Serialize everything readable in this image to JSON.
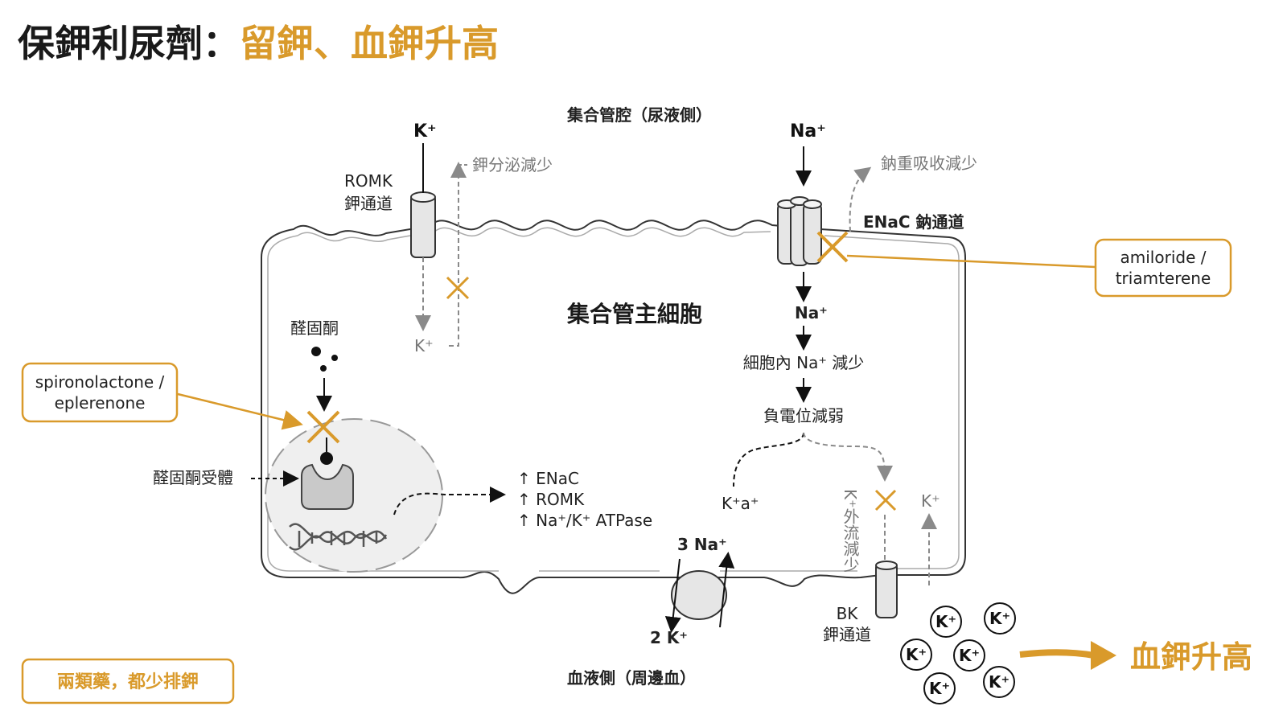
{
  "title": {
    "main": "保鉀利尿劑：",
    "accent": "留鉀、血鉀升高"
  },
  "lumen_label": "集合管腔（尿液側）",
  "blood_label": "血液側（周邊血）",
  "cell_label": "集合管主細胞",
  "romk": {
    "name": "ROMK",
    "sub": "鉀通道",
    "k_top": "K⁺",
    "k_bottom": "K⁺",
    "effect": "鉀分泌減少"
  },
  "enac": {
    "name": "ENaC 鈉通道",
    "na_top": "Na⁺",
    "effect": "鈉重吸收減少"
  },
  "amiloride_box": {
    "line1": "amiloride /",
    "line2": "triamterene"
  },
  "spiro_box": {
    "line1": "spironolactone /",
    "line2": "eplerenone"
  },
  "aldosterone": "醛固酮",
  "receptor": "醛固酮受體",
  "upregulated": [
    "↑ ENaC",
    "↑ ROMK",
    "↑ Na⁺/K⁺ ATPase"
  ],
  "cascade": {
    "na_in": "Na⁺",
    "step1": "細胞內 Na⁺ 減少",
    "step2": "負電位減弱"
  },
  "k_inside": "K⁺a⁺",
  "k_efflux_label": "K⁺外流減少",
  "k_right": "K⁺",
  "pump": {
    "na": "3 Na⁺",
    "k": "2 K⁺"
  },
  "bk": {
    "name": "BK",
    "sub": "鉀通道"
  },
  "k_ions": [
    "K⁺",
    "K⁺",
    "K⁺",
    "K⁺",
    "K⁺",
    "K⁺"
  ],
  "result": "血鉀升高",
  "summary": "兩類藥，都少排鉀",
  "colors": {
    "accent": "#d99a2b",
    "text": "#1a1a1a",
    "gray": "#8a8a8a"
  }
}
